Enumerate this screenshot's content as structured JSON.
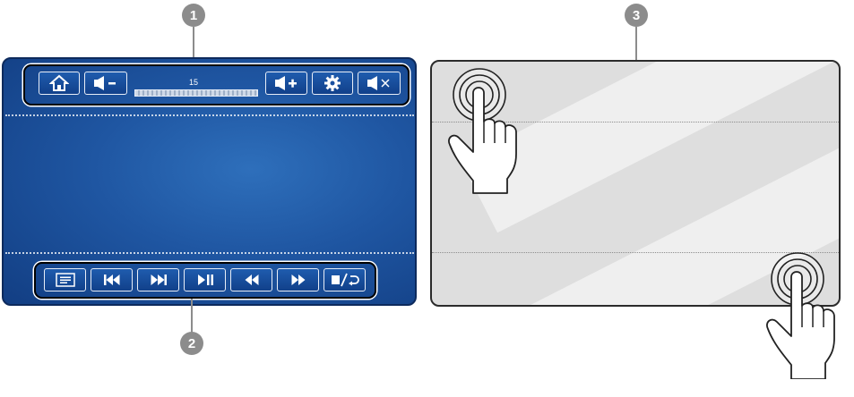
{
  "callouts": {
    "one": "1",
    "two": "2",
    "three": "3"
  },
  "volume": {
    "level": "15"
  },
  "top_bar": {
    "buttons": [
      "home-icon",
      "volume-down-icon",
      "volume-up-icon",
      "settings-icon",
      "mute-icon"
    ]
  },
  "bottom_bar": {
    "buttons": [
      "menu-icon",
      "skip-previous-icon",
      "skip-next-icon",
      "play-pause-icon",
      "rewind-icon",
      "fast-forward-icon",
      "stop-return-icon"
    ]
  },
  "colors": {
    "screen": "#1f56a2",
    "panel": "#dedede",
    "callout": "#8c8c8c"
  }
}
